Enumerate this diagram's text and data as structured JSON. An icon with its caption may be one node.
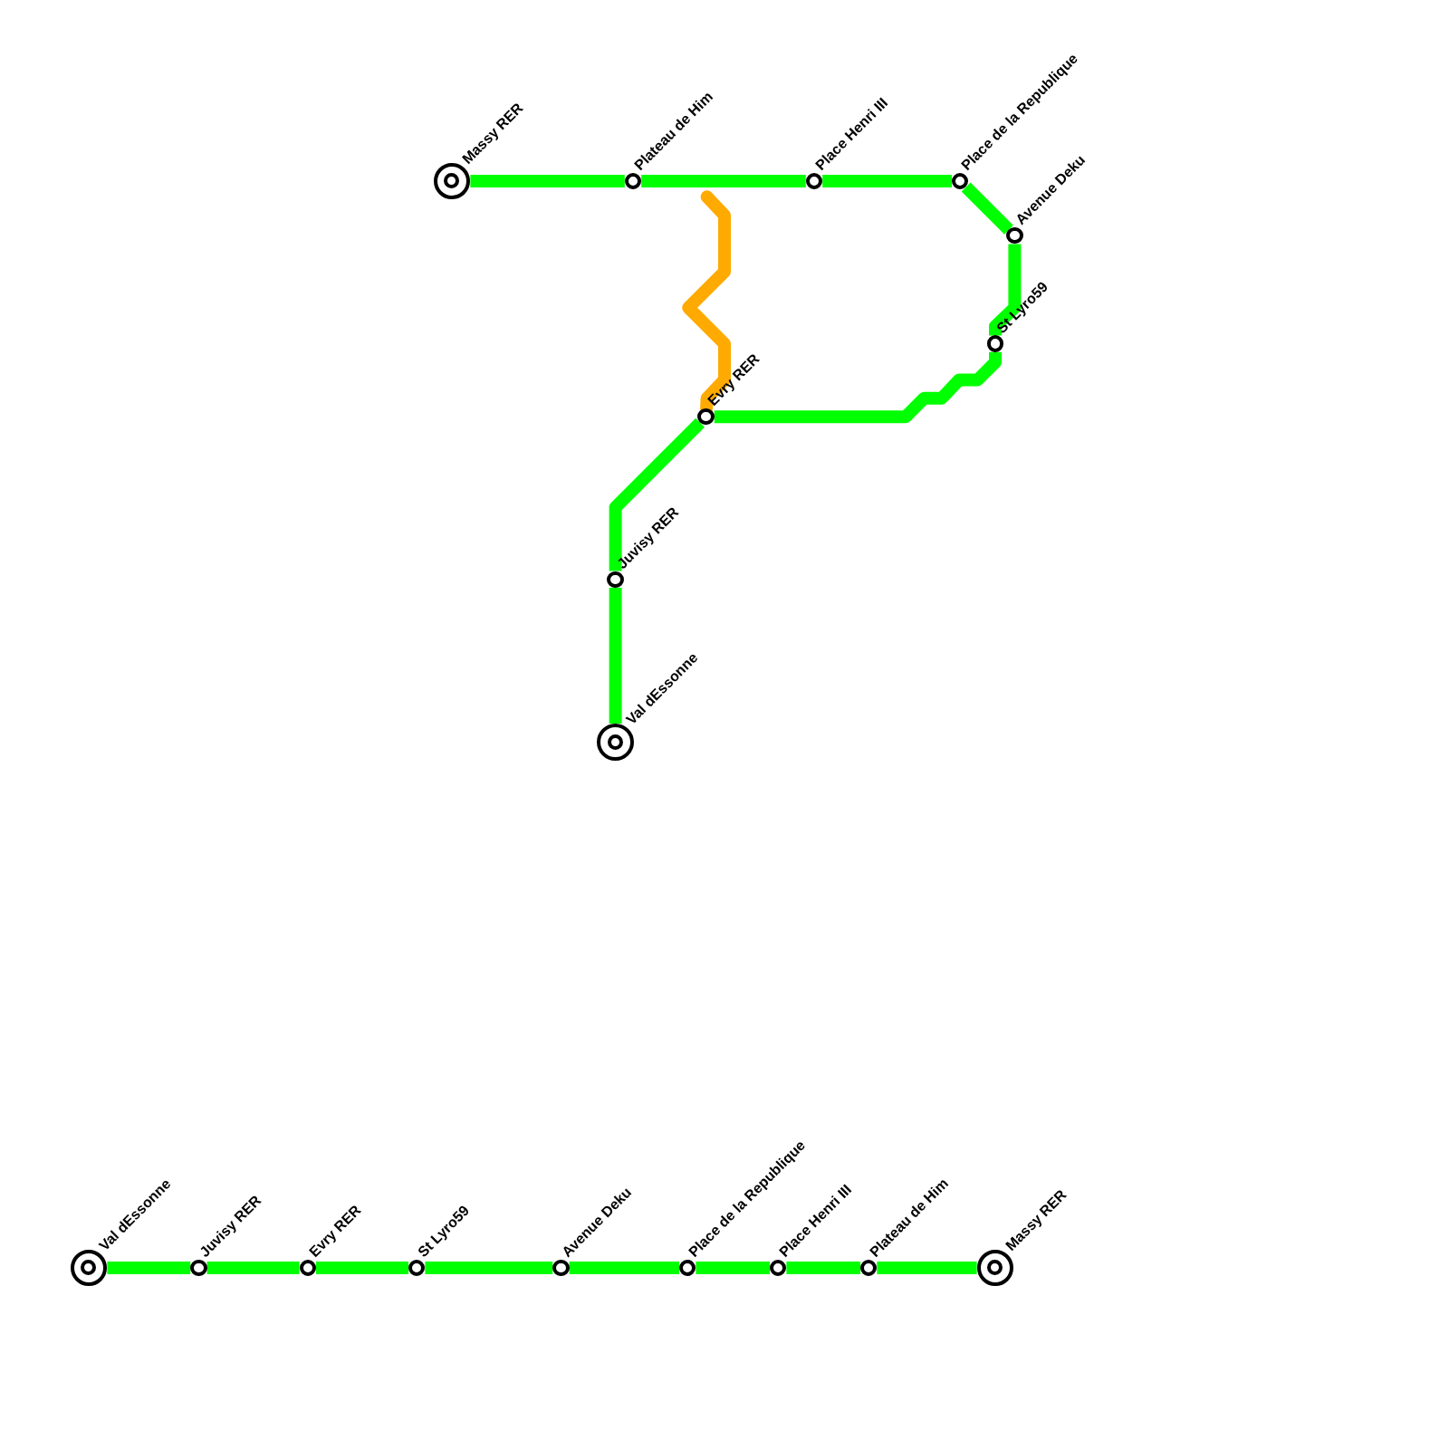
{
  "diagram": {
    "nodes": [
      {
        "text": [
          "Massy RER"
        ]
      },
      {
        "text": [
          "Plateau de Him"
        ]
      },
      {
        "text": [
          "Place Henri III"
        ]
      },
      {
        "text": [
          "Place de la Republique"
        ]
      },
      {
        "text": [
          "Avenue Deku"
        ]
      },
      {
        "text": [
          "St Lyro59"
        ]
      },
      {
        "text": [
          "Evry RER"
        ]
      },
      {
        "text": [
          "Juvisy RER"
        ]
      },
      {
        "text": [
          "Val dEssonne"
        ]
      },
      {
        "text": [
          "Val dEssonne"
        ]
      },
      {
        "text": [
          "Juvisy RER"
        ]
      },
      {
        "text": [
          "Evry RER"
        ]
      },
      {
        "text": [
          "St Lyro59"
        ]
      },
      {
        "text": [
          "Avenue Deku"
        ]
      },
      {
        "text": [
          "Place de la Republique"
        ]
      },
      {
        "text": [
          "Place Henri III"
        ]
      },
      {
        "text": [
          "Plateau de Him"
        ]
      },
      {
        "text": [
          "Massy RER"
        ]
      }
    ],
    "edges": [
      {
        "from": 0,
        "to": 1,
        "arrow": "none"
      },
      {
        "from": 1,
        "to": 2,
        "arrow": "none"
      },
      {
        "from": 2,
        "to": 3,
        "arrow": "none"
      },
      {
        "from": 3,
        "to": 4,
        "arrow": "none"
      },
      {
        "from": 4,
        "to": 5,
        "arrow": "none"
      },
      {
        "from": 5,
        "to": 6,
        "arrow": "none"
      },
      {
        "from": 6,
        "to": 7,
        "arrow": "none"
      },
      {
        "from": 7,
        "to": 8,
        "arrow": "none"
      },
      {
        "from": 9,
        "to": 10,
        "arrow": "none"
      },
      {
        "from": 10,
        "to": 11,
        "arrow": "none"
      },
      {
        "from": 11,
        "to": 12,
        "arrow": "none"
      },
      {
        "from": 12,
        "to": 13,
        "arrow": "none"
      },
      {
        "from": 13,
        "to": 14,
        "arrow": "none"
      },
      {
        "from": 14,
        "to": 15,
        "arrow": "none"
      },
      {
        "from": 15,
        "to": 16,
        "arrow": "none"
      },
      {
        "from": 16,
        "to": 17,
        "arrow": "none"
      },
      {
        "from": null,
        "to": 6,
        "arrow": "none",
        "color": "#ffaa00"
      }
    ]
  }
}
